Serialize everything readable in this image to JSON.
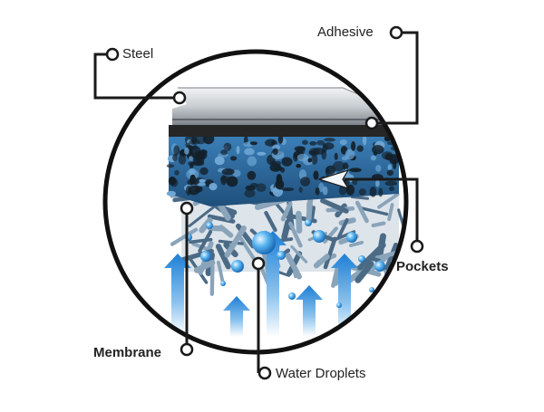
{
  "labels": {
    "steel": "Steel",
    "adhesive": "Adhesive",
    "pockets": "Pockets",
    "membrane": "Membrane",
    "water_droplets": "Water Droplets"
  },
  "colors": {
    "line": "#1a1a1a",
    "circle": "#111111",
    "steel_light": "#d9dcdf",
    "steel_dark": "#6e737a",
    "adhesive": "#262626",
    "pocket_bg": "#2f6fa3",
    "pocket_dot": "#15202a",
    "fiber": "#5c7c97",
    "droplet": "#4aa8e8",
    "arrow_top": "#1e7fd6",
    "arrow_bottom": "#ffffff"
  },
  "icons": {
    "callout_marker": "hollow-circle-icon",
    "vapor_arrow": "up-arrow-icon"
  }
}
